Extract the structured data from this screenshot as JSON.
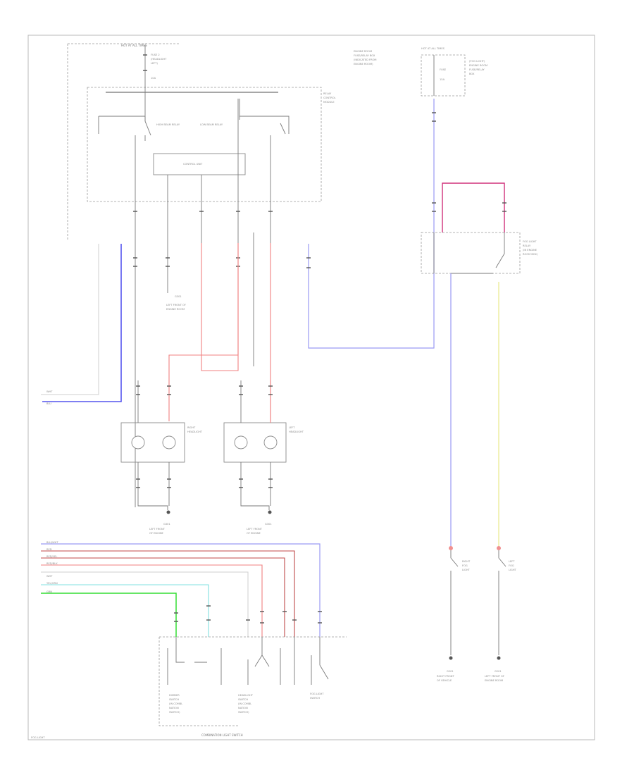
{
  "diagram": {
    "labels": {
      "hot_at_all_times": "HOT AT ALL TIMES",
      "fuse_top_1": "FUSE 2",
      "fuse_top_2": "(HEADLIGHT",
      "fuse_top_3": "LEFT)",
      "fuse_top_4": "10A",
      "fuse_top_5": "",
      "fuse_top_6": "",
      "relay_box_1": "RELAY",
      "relay_box_2": "CONTROL",
      "relay_box_3": "MODULE",
      "hi_relay": "HIGH BEAM RELAY",
      "lo_relay": "LOW BEAM RELAY",
      "control_unit": "CONTROL UNIT",
      "hot_top_right": "HOT AT ALL TIMES",
      "fuse_right_1": "FUSE",
      "fuse_right_2": "15A",
      "fuse_right_label_1": "(FOG LIGHT)",
      "fuse_right_label_2": "ENGINE ROOM",
      "fuse_right_label_3": "FUSE/RELAY",
      "fuse_right_label_4": "BOX",
      "top_center_1": "ENGINE ROOM",
      "top_center_2": "FUSE/RELAY BOX",
      "top_center_3": "(INDICATED FROM",
      "top_center_4": "ENGINE ROOM)",
      "fog_relay_1": "FOG LIGHT",
      "fog_relay_2": "RELAY",
      "fog_relay_3": "(IN ENGINE",
      "fog_relay_4": "ROOM BOX)",
      "ground_mid_1": "G301",
      "ground_mid_2": "LEFT FRONT OF",
      "ground_mid_3": "ENGINE ROOM",
      "right_headlight_1": "RIGHT",
      "right_headlight_2": "HEADLIGHT",
      "left_headlight_1": "LEFT",
      "left_headlight_2": "HEADLIGHT",
      "ground_rh_1": "G301",
      "ground_rh_2": "LEFT FRONT",
      "ground_rh_3": "OF ENGINE",
      "ground_lh_1": "G301",
      "ground_lh_2": "LEFT FRONT",
      "ground_lh_3": "OF ENGINE",
      "right_fog_1": "RIGHT",
      "right_fog_2": "FOG",
      "right_fog_3": "LIGHT",
      "left_fog_1": "LEFT",
      "left_fog_2": "FOG",
      "left_fog_3": "LIGHT",
      "gnd_fog_r_1": "G201",
      "gnd_fog_r_2": "RIGHT FRONT",
      "gnd_fog_r_3": "OF VEHICLE",
      "gnd_fog_l_1": "G201",
      "gnd_fog_l_2": "LEFT FRONT OF",
      "gnd_fog_l_3": "ENGINE ROOM",
      "dimmer_1": "DIMMER",
      "dimmer_2": "SWITCH",
      "dimmer_3": "(IN COMBI-",
      "dimmer_4": "NATION",
      "dimmer_5": "SWITCH)",
      "headlight_sw_1": "HEADLIGHT",
      "headlight_sw_2": "SWITCH",
      "headlight_sw_3": "(IN COMBI-",
      "headlight_sw_4": "NATION",
      "headlight_sw_5": "SWITCH)",
      "fog_sw_1": "FOG LIGHT",
      "fog_sw_2": "SWITCH",
      "combination_switch": "COMBINATION LIGHT SWITCH",
      "page_id": "FOG LIGHT",
      "left_top_wire_1": "WHT",
      "left_top_wire_2": "BLU",
      "legend_1": "BLU/WHT",
      "legend_2": "RED",
      "legend_3": "RED/YEL",
      "legend_4": "RED/BLK",
      "legend_5": "WHT",
      "legend_6": "YEL/GRN",
      "legend_7": "GRN"
    }
  }
}
